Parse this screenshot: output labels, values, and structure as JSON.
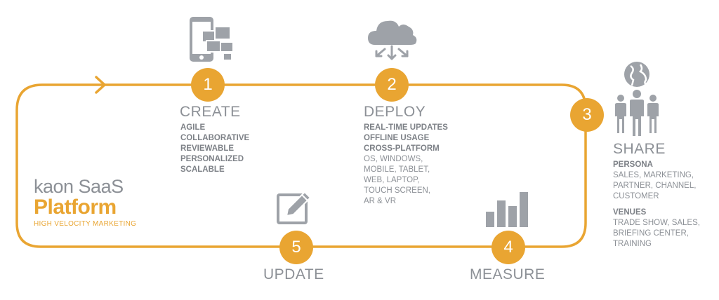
{
  "colors": {
    "accent": "#e9a532",
    "gray": "#8c9096",
    "icon_gray": "#9ea2a8"
  },
  "brand": {
    "line1": "kaon SaaS",
    "line2": "Platform",
    "tagline": "HIGH VELOCITY MARKETING"
  },
  "steps": [
    {
      "number": "1",
      "title": "CREATE",
      "icon": "devices-icon",
      "bold_items": [
        "AGILE",
        "COLLABORATIVE",
        "REVIEWABLE",
        "PERSONALIZED",
        "SCALABLE"
      ]
    },
    {
      "number": "2",
      "title": "DEPLOY",
      "icon": "cloud-distribute-icon",
      "bold_items": [
        "REAL-TIME UPDATES",
        "OFFLINE USAGE",
        "CROSS-PLATFORM"
      ],
      "items": [
        "OS, WINDOWS,",
        "MOBILE, TABLET,",
        "WEB, LAPTOP,",
        "TOUCH SCREEN,",
        "AR & VR"
      ]
    },
    {
      "number": "3",
      "title": "SHARE",
      "icon": "people-globe-icon",
      "persona_label": "PERSONA",
      "persona_items": [
        "SALES, MARKETING,",
        "PARTNER, CHANNEL,",
        "CUSTOMER"
      ],
      "venues_label": "VENUES",
      "venues_items": [
        "TRADE SHOW, SALES,",
        "BRIEFING CENTER,",
        "TRAINING"
      ]
    },
    {
      "number": "4",
      "title": "MEASURE",
      "icon": "bar-chart-icon"
    },
    {
      "number": "5",
      "title": "UPDATE",
      "icon": "edit-icon"
    }
  ]
}
